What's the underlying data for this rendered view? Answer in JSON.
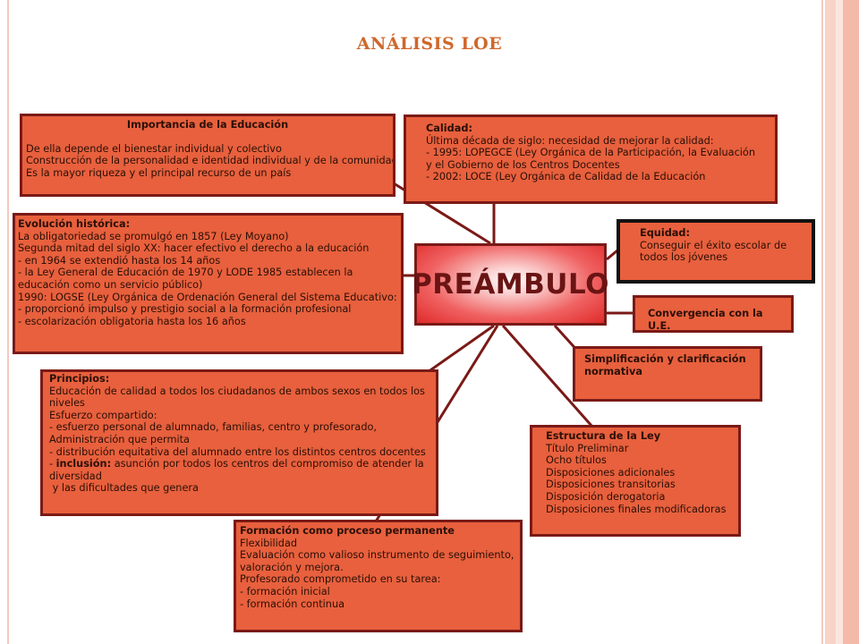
{
  "slide_title": "ANÁLISIS LOE",
  "center": "PREÁMBULO",
  "importancia": {
    "head": "Importancia de la Educación",
    "lines": [
      "De ella depende el bienestar individual y colectivo",
      "Construcción de la personalidad e identidad individual y de la comunidad",
      "Es la mayor riqueza y el principal recurso de un país"
    ]
  },
  "calidad": {
    "head": "Calidad:",
    "lines": [
      "Última década de siglo: necesidad de mejorar la calidad:",
      "- 1995: LOPEGCE (Ley Orgánica de la Participación, la Evaluación",
      "y el Gobierno de los Centros Docentes",
      "- 2002: LOCE (Ley Orgánica de Calidad de la Educación"
    ]
  },
  "evolucion": {
    "head": "Evolución histórica:",
    "lines": [
      "La obligatoriedad se promulgó en 1857 (Ley Moyano)",
      "Segunda mitad del siglo XX: hacer efectivo el derecho a la educación",
      "- en 1964 se extendió hasta los 14 años",
      "- la Ley General de Educación de 1970 y  LODE 1985 establecen la",
      "educación como un servicio público)",
      "1990: LOGSE (Ley Orgánica de Ordenación General del Sistema Educativo:",
      "- proporcionó impulso y prestigio social a la formación profesional",
      "- escolarización obligatoria hasta los 16 años"
    ]
  },
  "equidad": {
    "head": "Equidad:",
    "lines": [
      "Conseguir el éxito escolar de",
      "todos los jóvenes"
    ]
  },
  "convergencia": {
    "head": "Convergencia con la U.E."
  },
  "simplificacion": {
    "lines": [
      "Simplificación y clarificación",
      "normativa"
    ]
  },
  "principios": {
    "head": "Principios:",
    "lines": [
      "Educación de calidad a todos los ciudadanos de ambos sexos en todos los",
      "niveles",
      "Esfuerzo compartido:",
      "- esfuerzo personal de alumnado, familias, centro y profesorado,",
      "Administración que permita",
      "- distribución equitativa del alumnado entre los distintos centros docentes"
    ],
    "inclusion_prefix": "- ",
    "inclusion_bold": "inclusión:",
    "inclusion_rest": " asunción por todos los centros del compromiso de atender la",
    "lines_after": [
      "diversidad",
      " y las dificultades que genera"
    ]
  },
  "estructura": {
    "head": "Estructura de la Ley",
    "lines": [
      "Título Preliminar",
      "Ocho títulos",
      "Disposiciones adicionales",
      "Disposiciones transitorias",
      "Disposición derogatoria",
      "Disposiciones finales modificadoras"
    ]
  },
  "formacion": {
    "head": "Formación como proceso permanente",
    "lines": [
      "Flexibilidad",
      "Evaluación como valioso instrumento de seguimiento,",
      "valoración y mejora.",
      "Profesorado comprometido en su tarea:",
      "- formación inicial",
      "- formación continua"
    ]
  },
  "colors": {
    "box_fill": "#e8603d",
    "box_border": "#7a1a17",
    "title": "#d0672b"
  }
}
